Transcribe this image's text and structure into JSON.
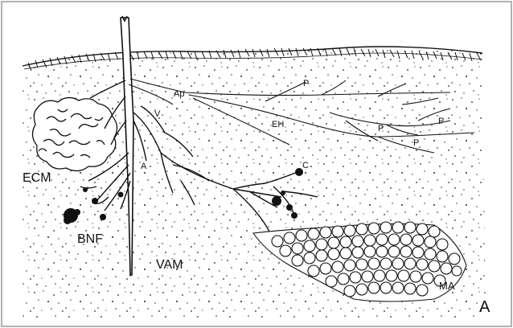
{
  "figure": {
    "labels": {
      "ap": "Ap",
      "v": "V",
      "a": "A",
      "eh": "EH",
      "c": "C",
      "ecm": "ECM",
      "bnf": "BNF",
      "vam": "VAM",
      "ma": "MA",
      "panel": "A",
      "p1": "P",
      "p2": "P",
      "p3": "P",
      "p4": "P"
    }
  }
}
